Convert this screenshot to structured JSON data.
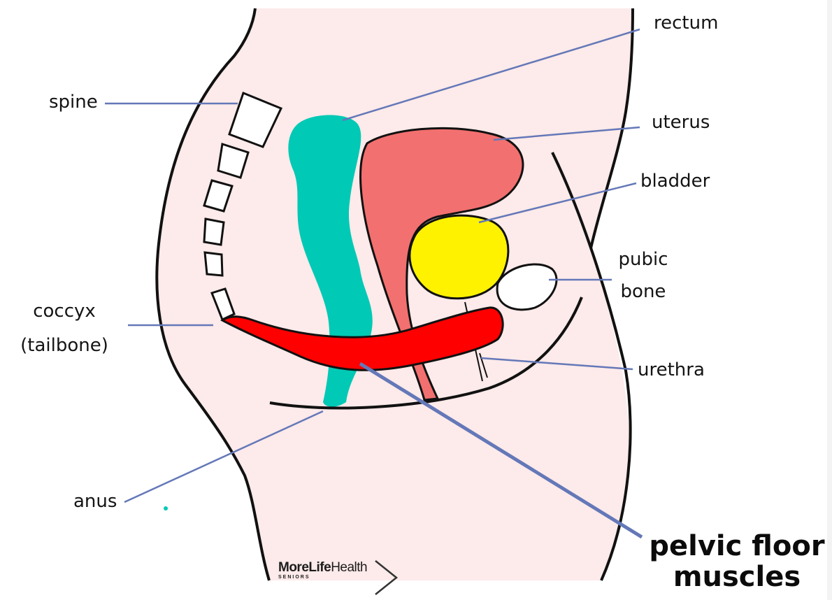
{
  "labels": {
    "rectum": "rectum",
    "spine": "spine",
    "uterus": "uterus",
    "bladder": "bladder",
    "pubic_bone_line1": "pubic",
    "pubic_bone_line2": "bone",
    "coccyx_line1": "coccyx",
    "coccyx_line2": "(tailbone)",
    "urethra": "urethra",
    "anus": "anus",
    "pelvic_floor_line1": "pelvic floor",
    "pelvic_floor_line2": "muscles"
  },
  "logo": {
    "more": "More",
    "life": "Life",
    "health": "Health",
    "sub": "SENIORS"
  },
  "colors": {
    "skin": "#fdeaea",
    "outline": "#111111",
    "rectum": "#00c9b5",
    "uterus": "#f2706f",
    "bladder": "#fff200",
    "pelvic_floor": "#ff0000",
    "bone": "#ffffff",
    "leader_line": "#6478b8"
  }
}
